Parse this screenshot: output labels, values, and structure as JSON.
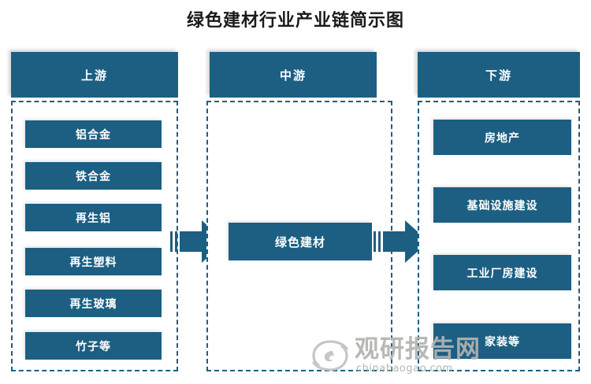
{
  "title": "绿色建材行业产业链简示图",
  "theme": {
    "accent": "#1c5f83",
    "background": "#ffffff",
    "text_on_accent": "#ffffff",
    "title_color": "#1a1a1a",
    "dashed_border": "#1c5f83",
    "watermark_color": "#b3b3b0"
  },
  "columns": {
    "upstream": {
      "header": "上游",
      "items": [
        {
          "label": "铝合金"
        },
        {
          "label": "铁合金"
        },
        {
          "label": "再生铝"
        },
        {
          "label": "再生塑料"
        },
        {
          "label": "再生玻璃"
        },
        {
          "label": "竹子等"
        }
      ]
    },
    "midstream": {
      "header": "中游",
      "items": [
        {
          "label": "绿色建材"
        }
      ]
    },
    "downstream": {
      "header": "下游",
      "items": [
        {
          "label": "房地产"
        },
        {
          "label": "基础设施建设"
        },
        {
          "label": "工业厂房建设"
        },
        {
          "label": "家装等"
        }
      ]
    }
  },
  "arrows": [
    {
      "name": "upstream-to-midstream",
      "direction": "right"
    },
    {
      "name": "midstream-to-downstream",
      "direction": "right"
    }
  ],
  "watermark": {
    "brand": "观研报告网",
    "url": "chinabaogao.com",
    "logo_icon": "swirl-logo-icon"
  }
}
